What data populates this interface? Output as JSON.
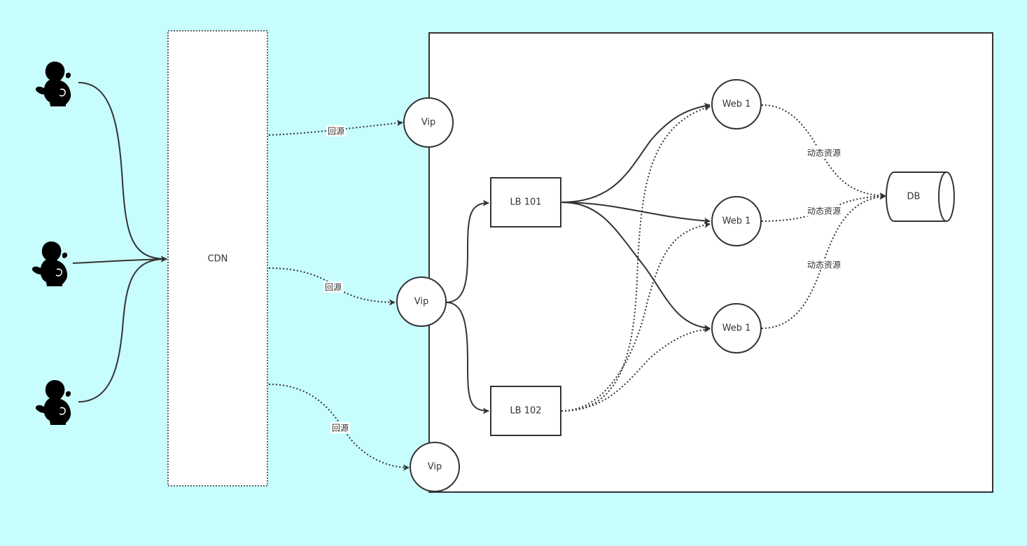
{
  "diagram": {
    "background": "#c7fdfd",
    "stroke": "#333333",
    "cdn": {
      "label": "CDN"
    },
    "users": [
      {
        "name": "user-1",
        "icon": "user-silhouette-icon"
      },
      {
        "name": "user-2",
        "icon": "user-silhouette-icon"
      },
      {
        "name": "user-3",
        "icon": "user-silhouette-icon"
      }
    ],
    "vips": [
      {
        "label": "Vip"
      },
      {
        "label": "Vip"
      },
      {
        "label": "Vip"
      }
    ],
    "lbs": [
      {
        "label": "LB 101"
      },
      {
        "label": "LB 102"
      }
    ],
    "webs": [
      {
        "label": "Web 1"
      },
      {
        "label": "Web 1"
      },
      {
        "label": "Web 1"
      }
    ],
    "db": {
      "label": "DB"
    },
    "edge_labels": {
      "back_to_origin": "回源",
      "dynamic_resource": "动态资源"
    }
  }
}
